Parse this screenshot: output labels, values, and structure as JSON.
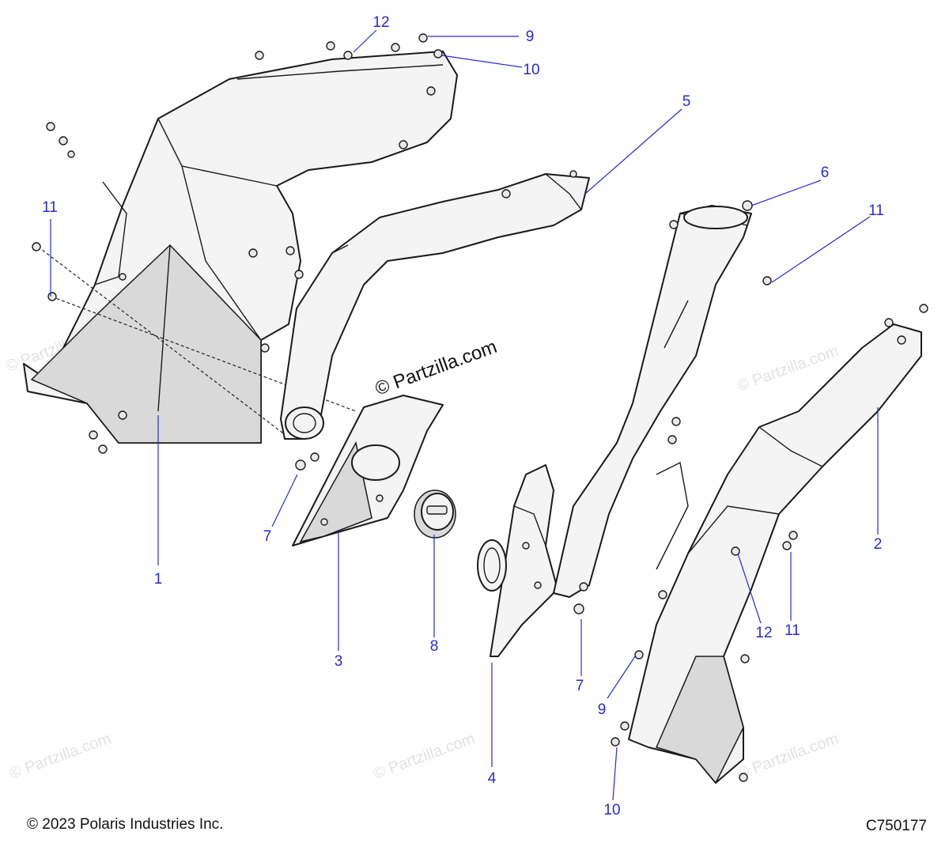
{
  "watermark": {
    "main": "© Partzilla.com",
    "faint": "© Partzilla.com"
  },
  "callouts": {
    "c1": "1",
    "c2": "2",
    "c3": "3",
    "c4": "4",
    "c5": "5",
    "c6": "6",
    "c7a": "7",
    "c7b": "7",
    "c8": "8",
    "c9a": "9",
    "c9b": "9",
    "c10a": "10",
    "c10b": "10",
    "c11a": "11",
    "c11b": "11",
    "c11c": "11",
    "c12a": "12",
    "c12b": "12"
  },
  "colors": {
    "callout": "#2a2ad0",
    "line": "#1a1a1a",
    "part_fill": "#f4f4f4"
  },
  "footer": {
    "copyright": "© 2023 Polaris Industries Inc.",
    "code": "C750177"
  }
}
